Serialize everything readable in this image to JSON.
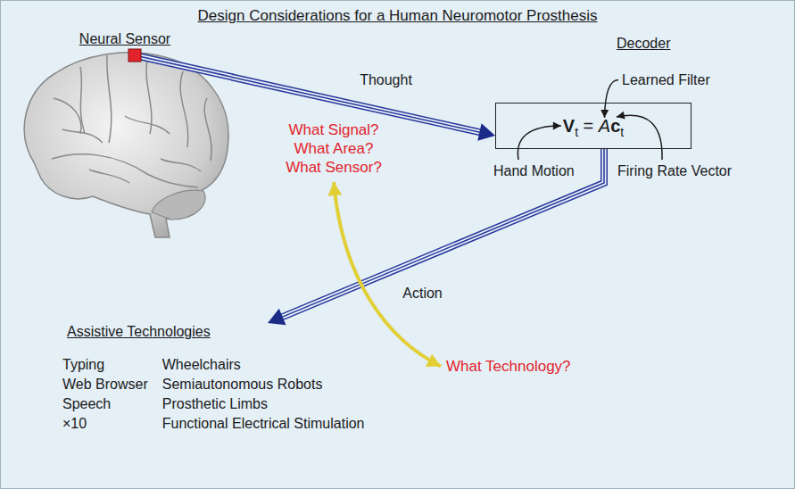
{
  "diagram": {
    "title": "Design Considerations for a Human Neuromotor Prosthesis",
    "nodes": [
      {
        "text": [
          "Neural Sensor"
        ]
      },
      {
        "text": [
          "Decoder",
          "Vt = Act"
        ]
      },
      {
        "text": [
          "What Signal? What Area? What Sensor?"
        ]
      },
      {
        "text": [
          "Assistive Technologies",
          "Typing",
          "Wheelchairs",
          "Web Browser",
          "Semiautonomous Robots",
          "Speech",
          "Prosthetic Limbs",
          "×10",
          "Functional Electrical Stimulation"
        ]
      },
      {
        "text": [
          "What Technology?"
        ]
      }
    ],
    "edges": [
      {
        "from": 0,
        "to": 1,
        "label": "Thought",
        "arrow": "to"
      },
      {
        "from": 1,
        "to": 3,
        "label": "Action",
        "arrow": "to"
      },
      {
        "from": 2,
        "to": 4,
        "arrow": "both"
      }
    ],
    "labels": [
      "Learned Filter",
      "Hand Motion",
      "Firing Rate Vector"
    ]
  }
}
